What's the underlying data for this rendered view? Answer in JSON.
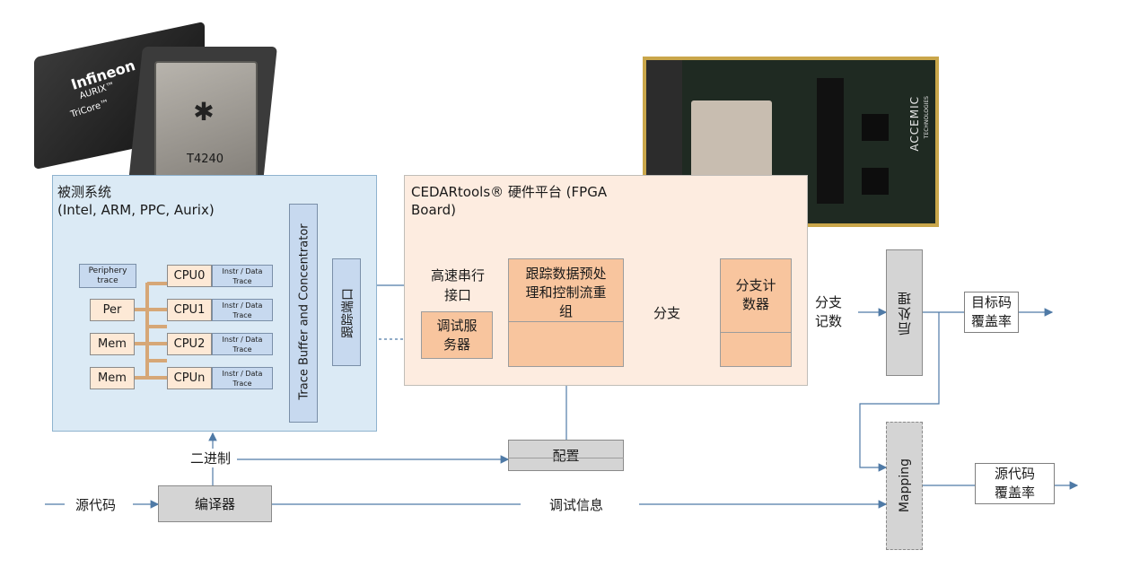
{
  "chips": {
    "infineon_brand": "Infineon",
    "infineon_model": "AURIX™",
    "infineon_sub": "TriCore™",
    "nxp_model": "T4240"
  },
  "board": {
    "brand": "ACCEMIC",
    "brand_sub": "TECHNOLOGIES"
  },
  "sut": {
    "title": "被测系统",
    "subtitle": "(Intel, ARM, PPC, Aurix)",
    "periphery_label": "Periphery trace",
    "per_label": "Per",
    "mem_label": "Mem",
    "cpus": [
      {
        "label": "CPU0",
        "trace": "Instr / Data Trace"
      },
      {
        "label": "CPU1",
        "trace": "Instr / Data Trace"
      },
      {
        "label": "CPU2",
        "trace": "Instr / Data Trace"
      },
      {
        "label": "CPUn",
        "trace": "Instr / Data Trace"
      }
    ],
    "concentrator_label": "Trace Buffer and Concentrator",
    "trace_port_label": "跟踪端口"
  },
  "fpga": {
    "title_line1": "CEDARtools® 硬件平台 (FPGA",
    "title_line2": "Board)",
    "serial_label": "高速串行\n接口",
    "preprocess_label": "跟踪数据预处\n理和控制流重\n组",
    "debug_server_label": "调试服\n务器",
    "branch_label": "分支",
    "branch_counter_label": "分支计\n数器"
  },
  "flow": {
    "branch_count_label": "分支\n记数",
    "postprocess_label": "后处理",
    "object_coverage_label": "目标码\n覆盖率",
    "mapping_label": "Mapping",
    "source_coverage_label": "源代码\n覆盖率",
    "config_label": "配置",
    "binary_label": "二进制",
    "source_code_label": "源代码",
    "compiler_label": "编译器",
    "debug_info_label": "调试信息"
  },
  "colors": {
    "arrow": "#4f7aa6",
    "blue_panel": "#dbeaf5",
    "orange_panel": "#fdece0",
    "orange_box": "#f8c59e",
    "gray_box": "#d4d4d4",
    "trace_blue": "#c7d9ef"
  }
}
